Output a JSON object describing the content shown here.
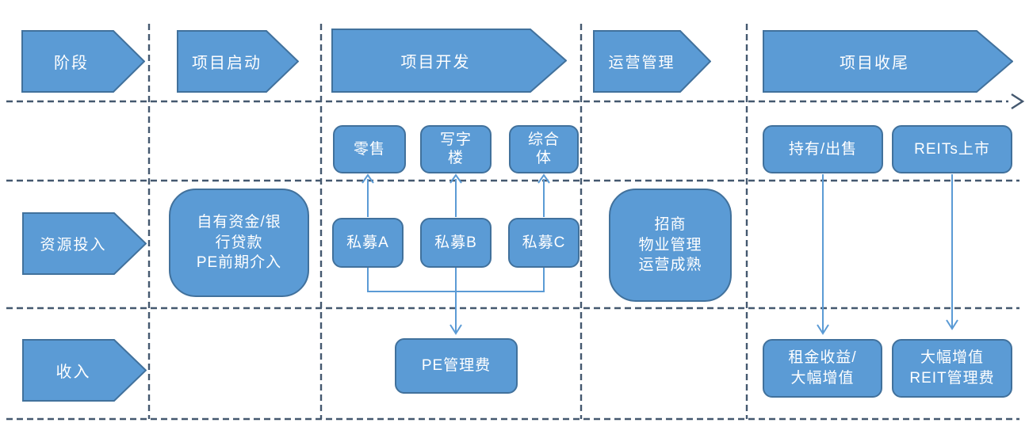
{
  "colors": {
    "shape_fill": "#5b9bd5",
    "shape_border": "#41719c",
    "connector_line": "#5b9bd5",
    "grid_dashed_line": "#44586f",
    "label_text": "#ffffff",
    "background": "#ffffff"
  },
  "phase_row": {
    "stage": "阶段",
    "project_launch": "项目启动",
    "project_development": "项目开发",
    "operations_management": "运营管理",
    "project_closing": "项目收尾"
  },
  "product_row": {
    "retail": "零售",
    "office": "写字\n楼",
    "complex": "综合\n体",
    "hold_sell": "持有/出售",
    "reits_listing": "REITs上市"
  },
  "resource_row": {
    "header": "资源投入",
    "self_funding": "自有资金/银\n行贷款\nPE前期介入",
    "pe_a": "私募A",
    "pe_b": "私募B",
    "pe_c": "私募C",
    "operations": "招商\n物业管理\n运营成熟"
  },
  "income_row": {
    "header": "收入",
    "pe_fee": "PE管理费",
    "rental_income": "租金收益/\n大幅增值",
    "reit_fee": "大幅增值\nREIT管理费"
  }
}
